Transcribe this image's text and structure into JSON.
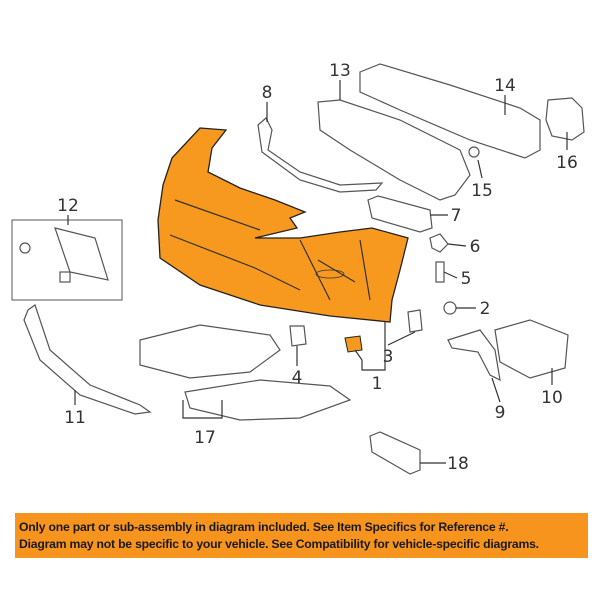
{
  "colors": {
    "bumper": "#F7991F",
    "banner": "#F7941E",
    "line": "#555555"
  },
  "callouts": [
    {
      "id": "1",
      "part": "bumper-cover"
    },
    {
      "id": "2",
      "part": "clip"
    },
    {
      "id": "3",
      "part": "bracket"
    },
    {
      "id": "4",
      "part": "clip"
    },
    {
      "id": "5",
      "part": "clip"
    },
    {
      "id": "6",
      "part": "clip"
    },
    {
      "id": "7",
      "part": "bracket"
    },
    {
      "id": "8",
      "part": "upper-molding"
    },
    {
      "id": "9",
      "part": "fog-lamp-bezel"
    },
    {
      "id": "10",
      "part": "grille-insert"
    },
    {
      "id": "11",
      "part": "lower-molding"
    },
    {
      "id": "12",
      "part": "license-bracket"
    },
    {
      "id": "13",
      "part": "energy-absorber"
    },
    {
      "id": "14",
      "part": "reinforcement"
    },
    {
      "id": "15",
      "part": "bolt"
    },
    {
      "id": "16",
      "part": "bracket"
    },
    {
      "id": "17",
      "part": "splash-shield"
    },
    {
      "id": "18",
      "part": "bracket"
    }
  ],
  "banner": {
    "line1": "Only one part or sub-assembly in diagram included. See Item Specifics for Reference #.",
    "line2": "Diagram may not be specific to your vehicle. See Compatibility for vehicle-specific diagrams."
  }
}
